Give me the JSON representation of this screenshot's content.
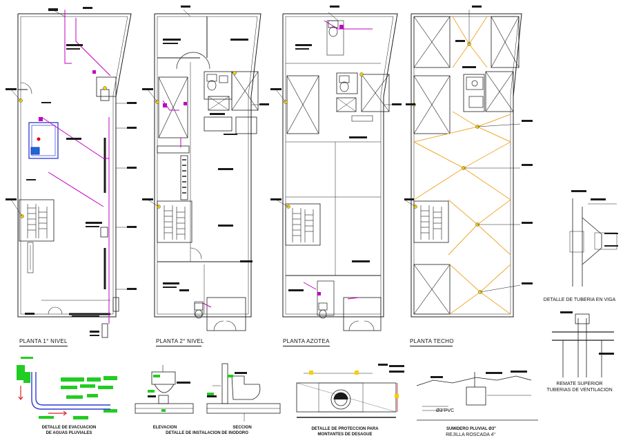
{
  "plans": [
    {
      "title": "PLANTA   1° NIVEL"
    },
    {
      "title": "PLANTA   2° NIVEL"
    },
    {
      "title": "PLANTA   AZOTEA"
    },
    {
      "title": "PLANTA   TECHO"
    }
  ],
  "details": {
    "evacuacion": {
      "line1": "DETALLE DE EVACUACION",
      "line2": "DE AGUAS PLUVIALES"
    },
    "elevacion": "ELEVACION",
    "seccion": "SECCION",
    "inodoro": "DETALLE DE INSTALACION DE INODORO",
    "proteccion": {
      "line1": "DETALLE DE PROTECCION PARA",
      "line2": "MONTANTES DE DESAGUE"
    },
    "sumidero": {
      "line1": "SUMIDERO PLUVIAL Ø3\"",
      "line2": "REJILLA ROSCADA 4\"",
      "pipe": "Ø3\"PVC"
    },
    "viga": "DETALLE DE TUBERIA EN VIGA",
    "remate": {
      "line1": "REMATE SUPERIOR",
      "line2": "TUBERIAS DE VENTILACION"
    }
  },
  "colors": {
    "line": "#1a1a1a",
    "pipe": "#c000c0",
    "roof": "#f0a830",
    "fixture": "#2a3ad0",
    "detail_green": "#22cc22",
    "detail_red": "#dd2222",
    "highlight_yellow": "#f5d000"
  }
}
